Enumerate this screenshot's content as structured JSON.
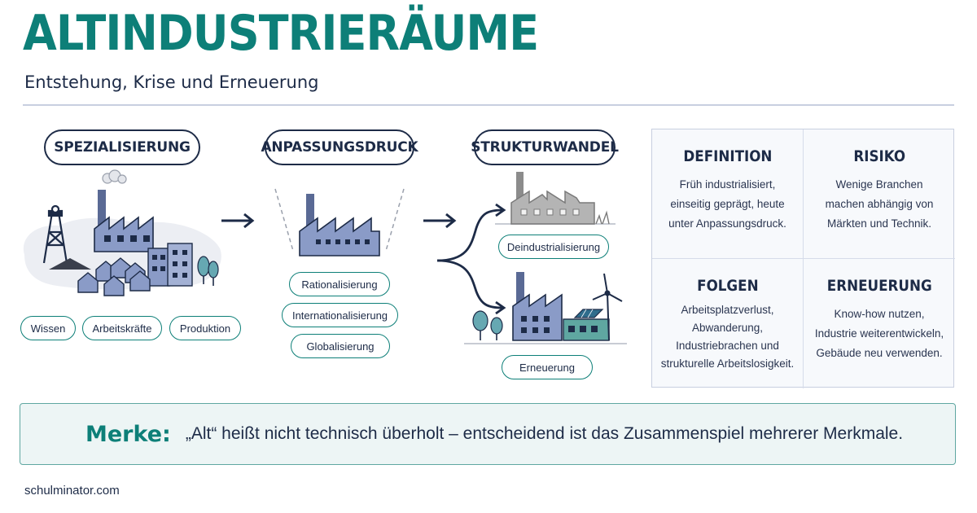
{
  "header": {
    "title": "ALTINDUSTRIERÄUME",
    "subtitle": "Entstehung, Krise und Erneuerung"
  },
  "stages": {
    "spezialisierung": {
      "label": "SPEZIALISIERUNG",
      "pills": [
        "Wissen",
        "Arbeitskräfte",
        "Produktion"
      ]
    },
    "anpassungsdruck": {
      "label": "ANPASSUNGSDRUCK",
      "pills": [
        "Rationalisierung",
        "Internationalisierung",
        "Globalisierung"
      ]
    },
    "strukturwandel": {
      "label": "STRUKTURWANDEL",
      "outcomes": [
        "Deindustrialisierung",
        "Erneuerung"
      ]
    }
  },
  "info_grid": [
    {
      "title": "DEFINITION",
      "lines": [
        "Früh industrialisiert,",
        "einseitig geprägt, heute",
        "unter Anpassungsdruck."
      ]
    },
    {
      "title": "RISIKO",
      "lines": [
        "Wenige Branchen",
        "machen abhängig von",
        "Märkten und Technik."
      ]
    },
    {
      "title": "FOLGEN",
      "lines": [
        "Arbeitsplatzverlust,",
        "Abwanderung,",
        "Industriebrachen und",
        "strukturelle Arbeitslosigkeit."
      ]
    },
    {
      "title": "ERNEUERUNG",
      "lines": [
        "Know-how nutzen,",
        "Industrie weiterentwickeln,",
        "Gebäude neu verwenden."
      ]
    }
  ],
  "merke": {
    "label": "Merke:",
    "text": "„Alt“ heißt nicht technisch überholt – entscheidend ist das Zusammenspiel mehrerer Merkmale."
  },
  "footer": {
    "source": "schulminator.com"
  },
  "colors": {
    "teal": "#0d7f78",
    "navy": "#1d2b47",
    "factory": "#8a9bc7",
    "ruin": "#9a9a9a",
    "tree": "#66a8b2"
  },
  "icons": [
    "factory-icon",
    "mine-headframe-icon",
    "houses-icon",
    "ruined-factory-icon",
    "wind-turbine-icon",
    "solar-panel-icon",
    "tree-icon",
    "arrow-right-icon",
    "branch-arrow-icon"
  ]
}
